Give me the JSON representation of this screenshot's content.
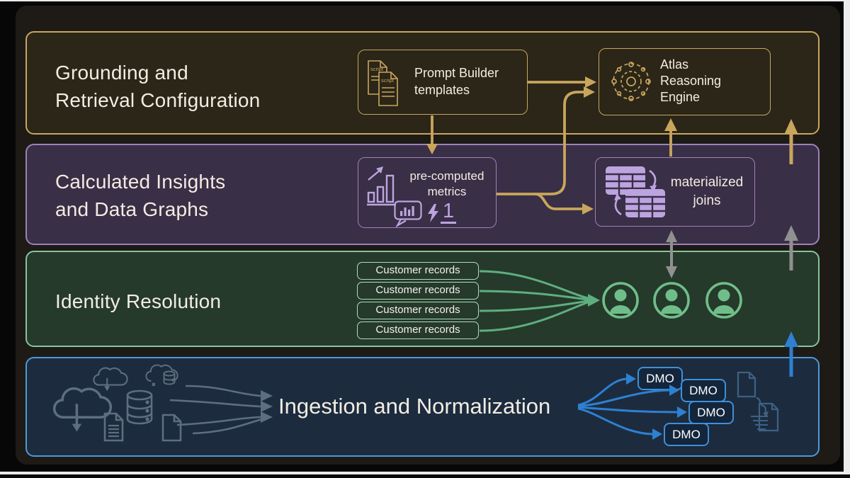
{
  "colors": {
    "gold": "#c9a65c",
    "purple": "#9d82ba",
    "purple_icon": "#bda4e0",
    "green": "#85c59e",
    "green_arrow": "#5fae80",
    "blue": "#4f98da",
    "blue_arrow": "#2e80d2",
    "slate_icon": "#5c6e7f",
    "gray_arrow": "#909090",
    "text": "#f2ece3"
  },
  "layers": {
    "grounding": {
      "title_line1": "Grounding and",
      "title_line2": "Retrieval Configuration",
      "nodes": {
        "prompt_builder": {
          "line1": "Prompt Builder",
          "line2": "templates",
          "icon": "script-documents-icon",
          "doc_label": "script"
        },
        "atlas": {
          "line1": "Atlas",
          "line2": "Reasoning",
          "line3": "Engine",
          "icon": "gear-cluster-icon"
        }
      }
    },
    "insights": {
      "title_line1": "Calculated Insights",
      "title_line2": "and Data Graphs",
      "nodes": {
        "precomputed": {
          "line1": "pre-computed",
          "line2": "metrics",
          "metric_value": "1",
          "icons": [
            "bar-chart-trend-icon",
            "chart-speech-bubble-icon",
            "spark-icon"
          ]
        },
        "materialized": {
          "line1": "materialized",
          "line2": "joins",
          "icon": "joined-tables-icon"
        }
      }
    },
    "identity": {
      "title": "Identity Resolution",
      "customer_records": [
        "Customer records",
        "Customer records",
        "Customer records",
        "Customer records"
      ],
      "person_icons": [
        "person-icon",
        "person-icon",
        "person-icon"
      ]
    },
    "ingestion": {
      "title": "Ingestion and Normalization",
      "dmo": [
        "DMO",
        "DMO",
        "DMO",
        "DMO"
      ],
      "source_icons": [
        "cloud-download-icon",
        "cloud-database-icon",
        "cloud-download-icon",
        "database-icon",
        "document-lines-icon",
        "document-icon"
      ],
      "output_icon": "document-transform-icon"
    }
  }
}
